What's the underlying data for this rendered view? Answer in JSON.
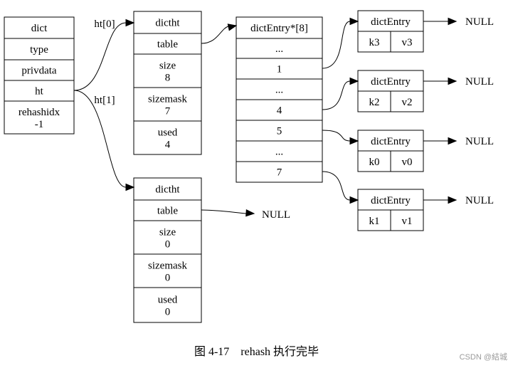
{
  "dict": {
    "fields": [
      "dict",
      "type",
      "privdata",
      "ht",
      [
        "rehashidx",
        "-1"
      ]
    ]
  },
  "ht0": {
    "label": "ht[0]",
    "fields": [
      "dictht",
      "table",
      [
        "size",
        "8"
      ],
      [
        "sizemask",
        "7"
      ],
      [
        "used",
        "4"
      ]
    ]
  },
  "ht1": {
    "label": "ht[1]",
    "fields": [
      "dictht",
      "table",
      [
        "size",
        "0"
      ],
      [
        "sizemask",
        "0"
      ],
      [
        "used",
        "0"
      ]
    ],
    "table_target": "NULL"
  },
  "table": {
    "cells": [
      "dictEntry*[8]",
      "...",
      "1",
      "...",
      "4",
      "5",
      "...",
      "7"
    ]
  },
  "entries": [
    {
      "title": "dictEntry",
      "key": "k3",
      "value": "v3",
      "next": "NULL"
    },
    {
      "title": "dictEntry",
      "key": "k2",
      "value": "v2",
      "next": "NULL"
    },
    {
      "title": "dictEntry",
      "key": "k0",
      "value": "v0",
      "next": "NULL"
    },
    {
      "title": "dictEntry",
      "key": "k1",
      "value": "v1",
      "next": "NULL"
    }
  ],
  "caption": "图 4-17　rehash 执行完毕",
  "watermark": "CSDN @結城"
}
